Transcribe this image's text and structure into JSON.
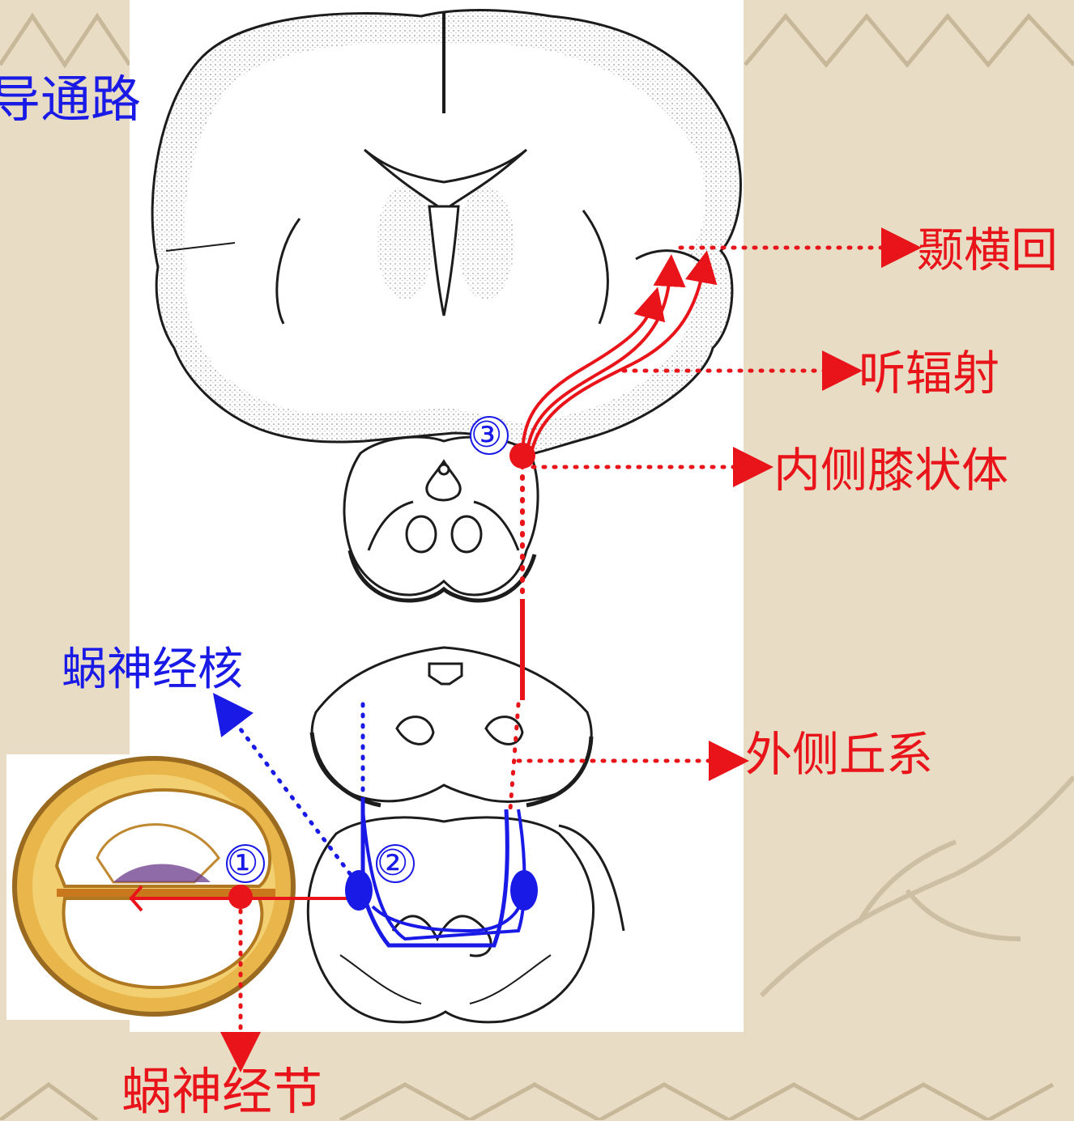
{
  "slide": {
    "title_fragment": "导通路"
  },
  "labels": {
    "transverse_temporal_gyrus": "颞横回",
    "acoustic_radiation": "听辐射",
    "medial_geniculate_body": "内侧膝状体",
    "cochlear_nucleus": "蜗神经核",
    "lateral_lemniscus": "外侧丘系",
    "spiral_ganglion": "蜗神经节"
  },
  "markers": {
    "neuron_1": "①",
    "neuron_2": "②",
    "neuron_3": "③"
  },
  "colors": {
    "background": "#e9dcc4",
    "pathway_red": "#e8141a",
    "pathway_blue": "#1a1ae6",
    "outline": "#1c1c1c"
  }
}
